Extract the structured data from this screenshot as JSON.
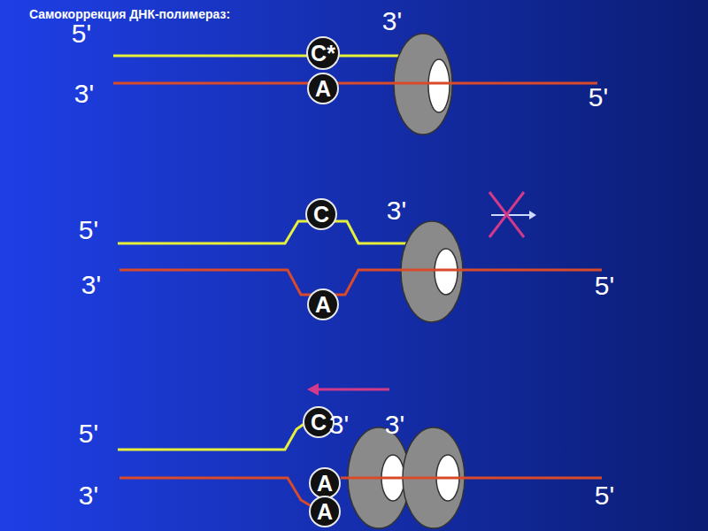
{
  "diagram": {
    "title": "Самокоррекция ДНК-полимераз:",
    "nodes": [
      {
        "text": [
          "C*"
        ]
      },
      {
        "text": [
          "A"
        ]
      },
      {
        "text": [
          "C"
        ]
      },
      {
        "text": [
          "A"
        ]
      },
      {
        "text": [
          "C"
        ]
      },
      {
        "text": [
          "A"
        ]
      },
      {
        "text": [
          "A"
        ]
      }
    ],
    "labels": [
      "5'",
      "3'",
      "3'",
      "5'",
      "5'",
      "3'",
      "3'",
      "5'",
      "5'",
      "3'",
      "3'",
      "3'",
      "5'"
    ]
  }
}
